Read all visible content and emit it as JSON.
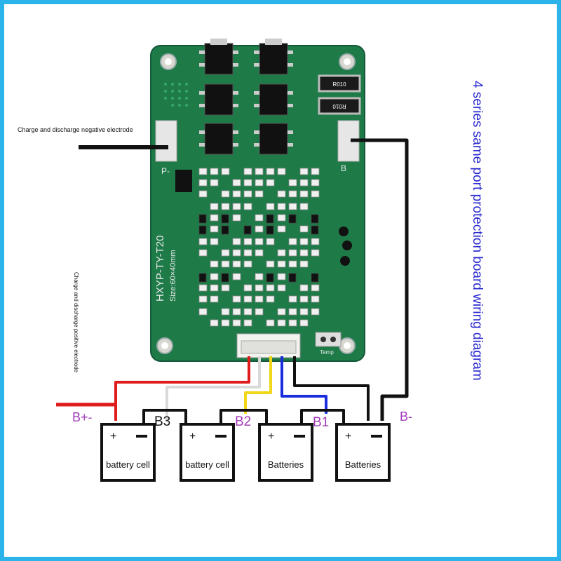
{
  "colors": {
    "frame": "#2bb3ea",
    "pcb": "#1e7b48",
    "wire_red": "#e01b1b",
    "wire_white": "#d9d9d9",
    "wire_yellow": "#f2d61a",
    "wire_blue": "#1a2ee0",
    "wire_black": "#111111",
    "label_purple": "#a03cb8",
    "title_blue": "#2a2ad0"
  },
  "board": {
    "model": "HXYP-TY-T20",
    "size": "Size:60×40mm",
    "pad_p": "P-",
    "pad_b": "B",
    "resistor_1": "R010",
    "resistor_2": "R010",
    "temp_label": "Temp"
  },
  "labels": {
    "negative_electrode": "Charge and discharge negative electrode",
    "positive_electrode": "Charge and discharge positive electrode",
    "title": "4 series same port protection board wiring diagram",
    "b_plus": "B+-",
    "b3": "B3",
    "b2": "B2",
    "b1": "B1",
    "b_minus": "B-"
  },
  "batteries": [
    {
      "label": "battery cell",
      "plus": "+",
      "minus": "−"
    },
    {
      "label": "battery cell",
      "plus": "+",
      "minus": "−"
    },
    {
      "label": "Batteries",
      "plus": "+",
      "minus": "−"
    },
    {
      "label": "Batteries",
      "plus": "+",
      "minus": "−"
    }
  ]
}
